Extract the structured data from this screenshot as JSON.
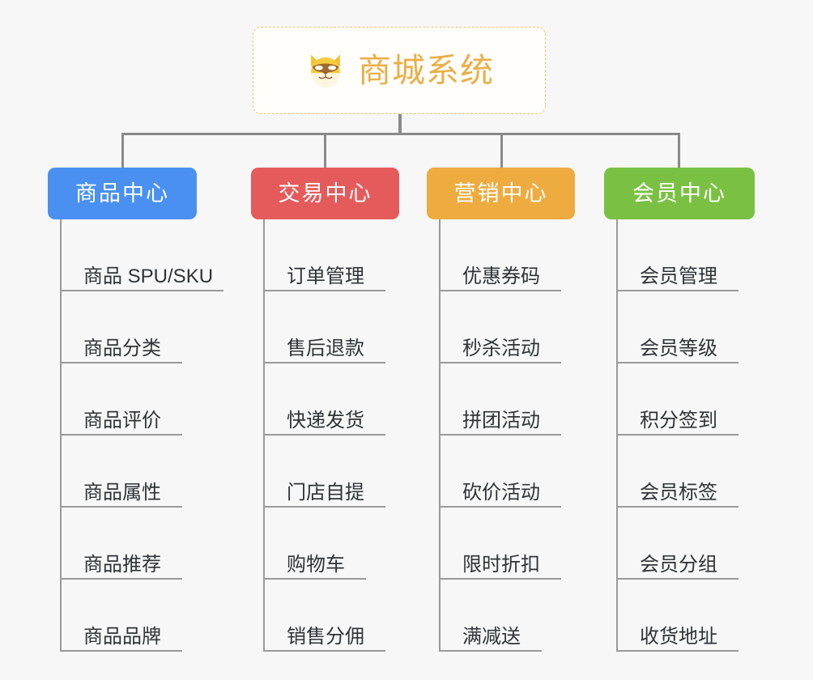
{
  "background_color": "#f7f7f7",
  "root": {
    "title": "商城系统",
    "icon": "dog-face-icon",
    "text_color": "#e9af48",
    "border_color": "#f0c070",
    "background_color": "#fffefb"
  },
  "connector_color": "#8a8a8a",
  "branches": [
    {
      "label": "商品中心",
      "color": "#4a90f0",
      "items": [
        "商品 SPU/SKU",
        "商品分类",
        "商品评价",
        "商品属性",
        "商品推荐",
        "商品品牌"
      ]
    },
    {
      "label": "交易中心",
      "color": "#e55b5b",
      "items": [
        "订单管理",
        "售后退款",
        "快递发货",
        "门店自提",
        "购物车",
        "销售分佣"
      ]
    },
    {
      "label": "营销中心",
      "color": "#eeab40",
      "items": [
        "优惠券码",
        "秒杀活动",
        "拼团活动",
        "砍价活动",
        "限时折扣",
        "满减送"
      ]
    },
    {
      "label": "会员中心",
      "color": "#7ac143",
      "items": [
        "会员管理",
        "会员等级",
        "积分签到",
        "会员标签",
        "会员分组",
        "收货地址"
      ]
    }
  ]
}
